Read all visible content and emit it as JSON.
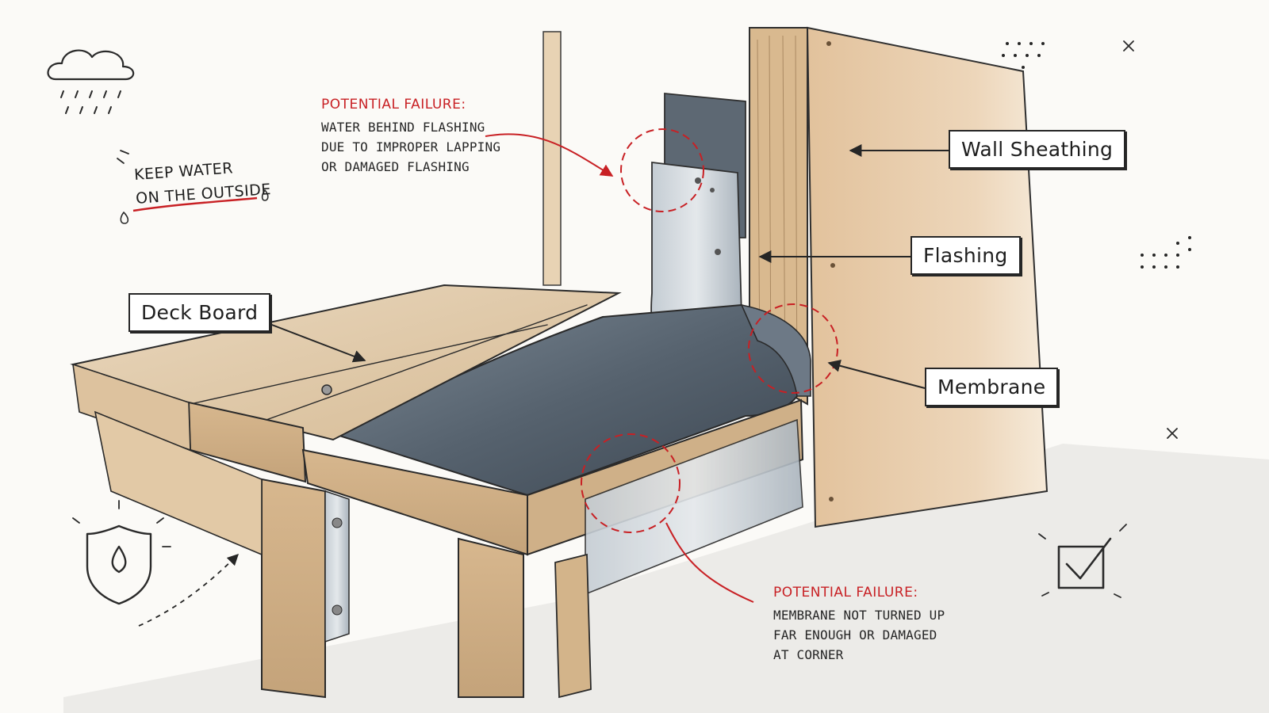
{
  "labels": {
    "wall_sheathing": "Wall Sheathing",
    "flashing": "Flashing",
    "membrane": "Membrane",
    "deck_board": "Deck Board"
  },
  "failures": [
    {
      "title": "Potential Failure:",
      "lines": [
        "Water behind flashing",
        "due to improper lapping",
        "or damaged flashing"
      ]
    },
    {
      "title": "Potential Failure:",
      "lines": [
        "Membrane not turned up",
        "far enough or damaged",
        "at corner"
      ]
    }
  ],
  "slogan": {
    "line1": "Keep water",
    "line2": "on the outside"
  },
  "icons": {
    "cloud": "rain-cloud-icon",
    "shield": "water-shield-icon",
    "check": "checkbox-check-icon"
  },
  "colors": {
    "accent_red": "#c82024",
    "ink": "#262626",
    "wood": "#e3c9a4",
    "sheathing": "#e8ccaa",
    "metal": "#9aa7b3",
    "membrane": "#4d5966"
  }
}
